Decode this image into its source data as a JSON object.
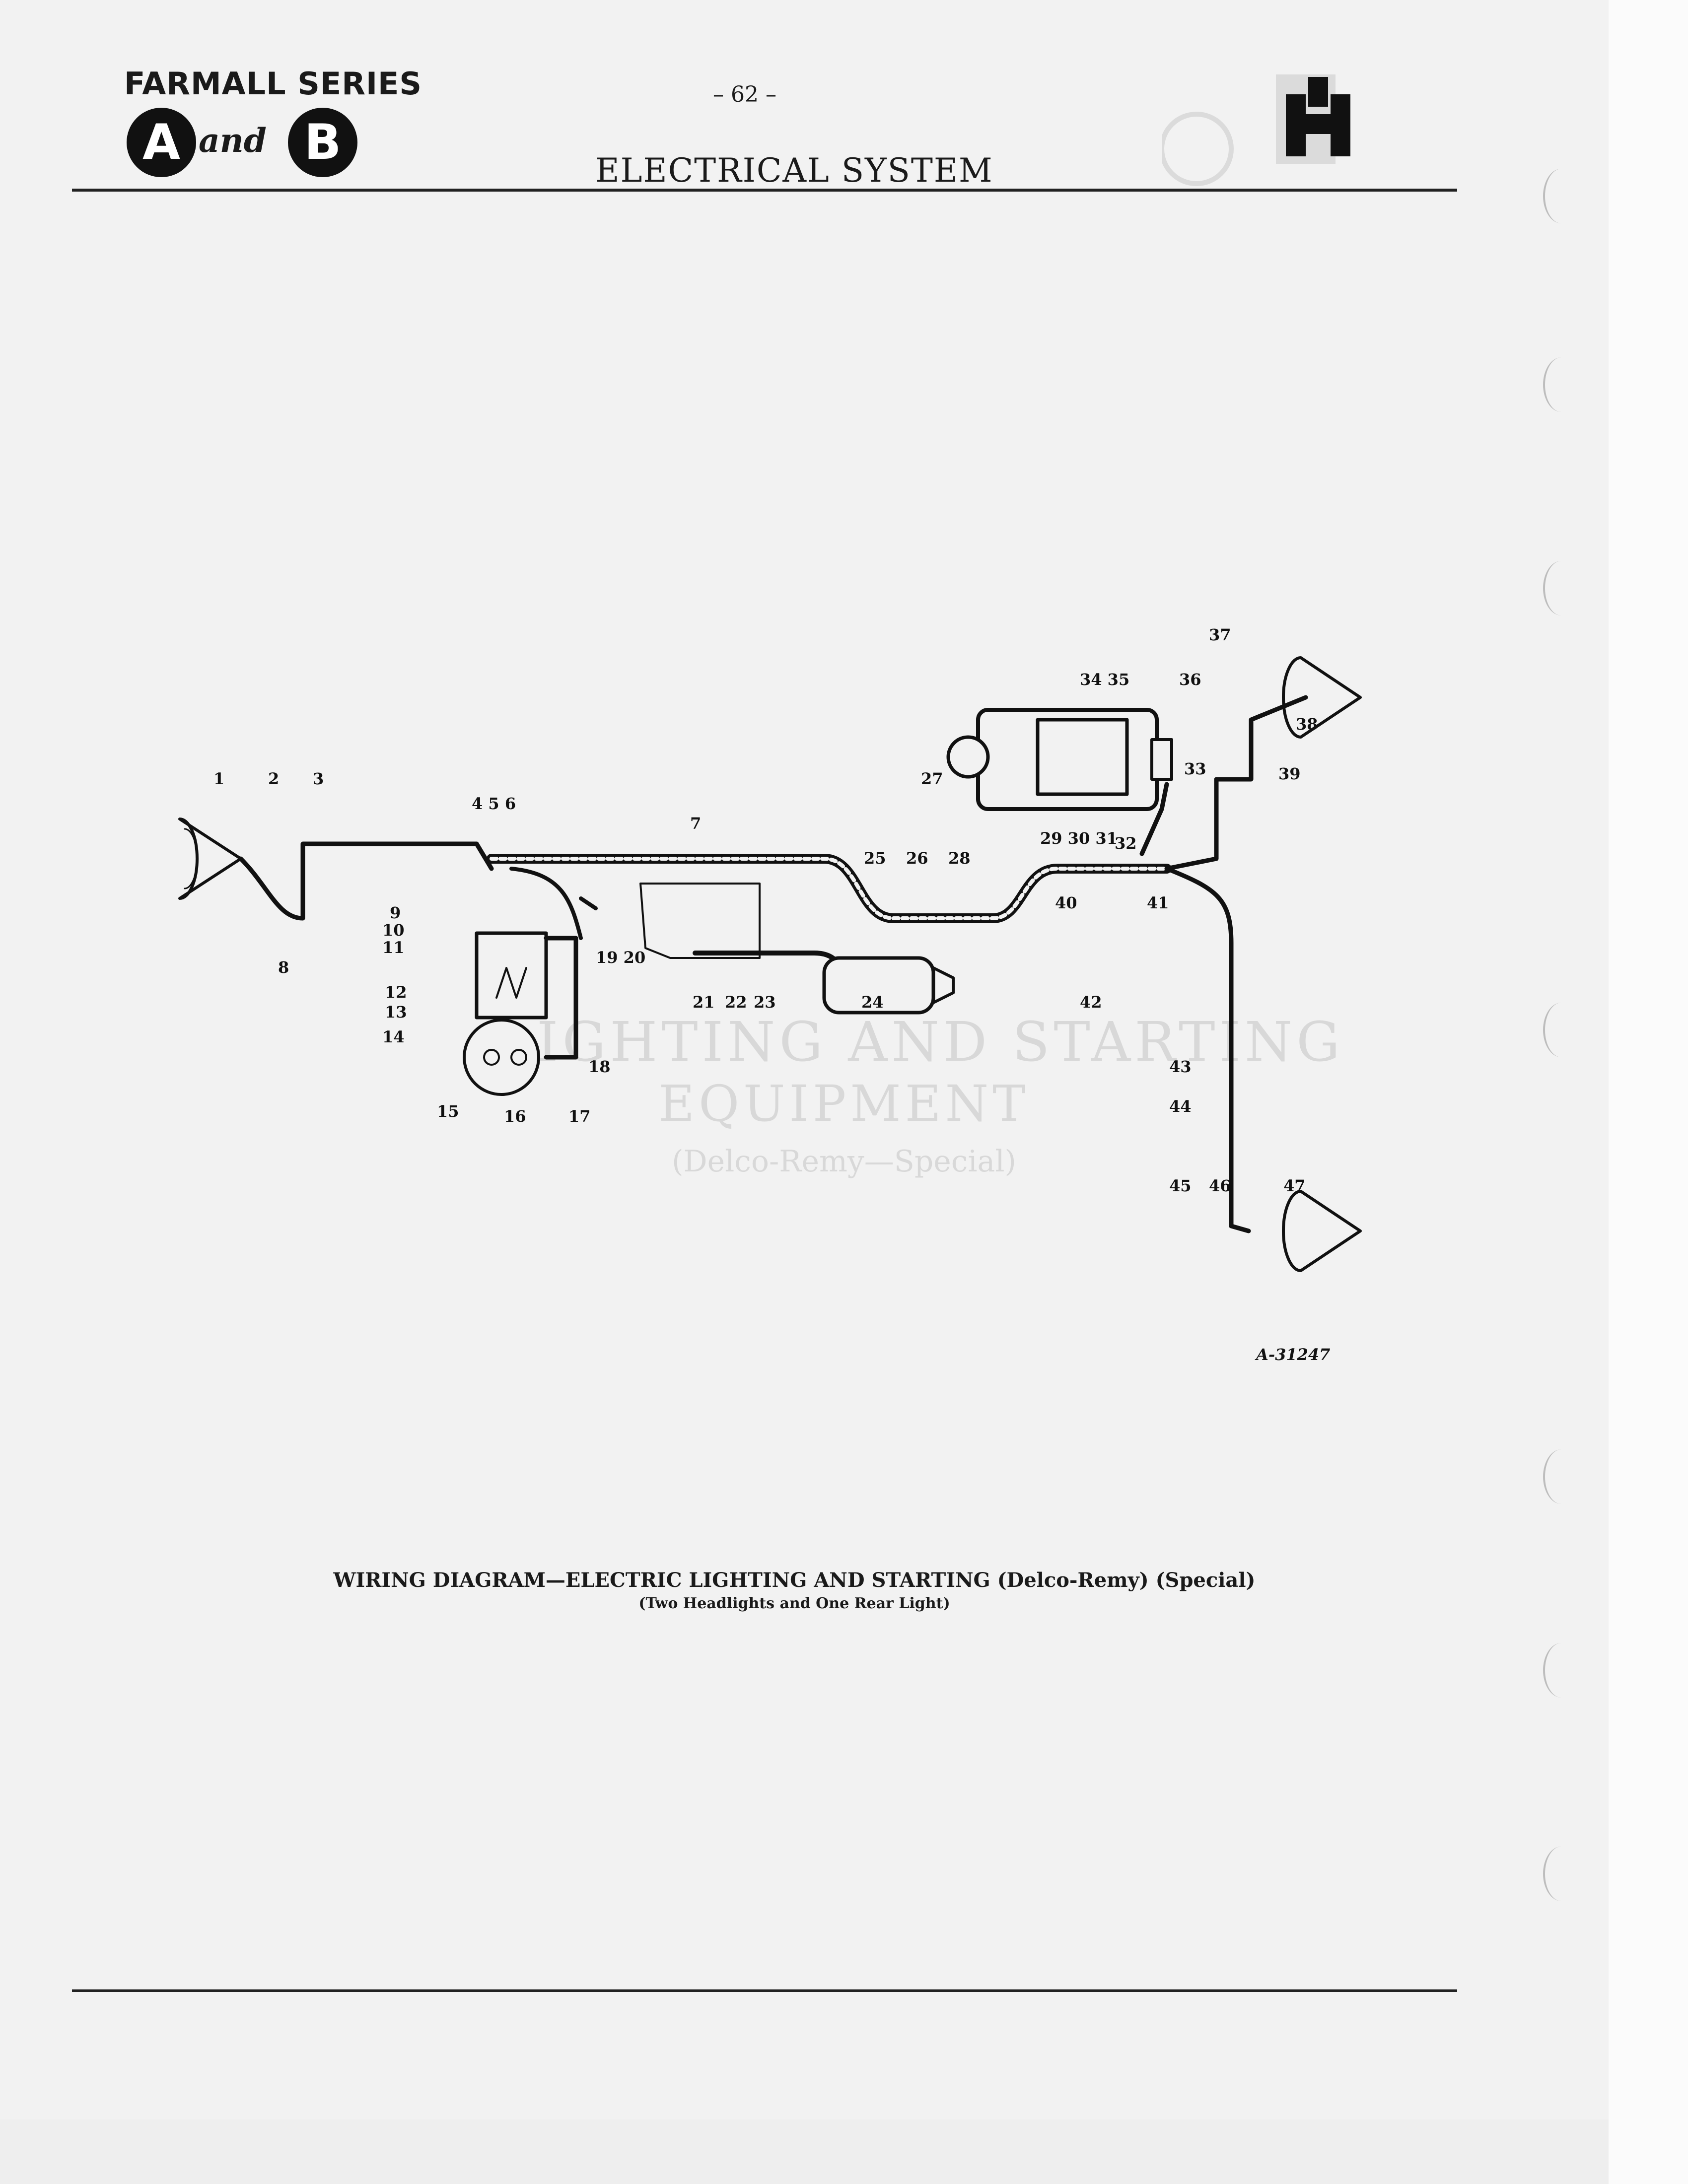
{
  "header": {
    "brand_title": "FARMALL SERIES",
    "brand_letter_a": "A",
    "brand_and": "and",
    "brand_letter_b": "B",
    "page_number": "– 62 –",
    "section_title": "ELECTRICAL SYSTEM",
    "logo_icon": "ih-logo-icon"
  },
  "ghost_text": {
    "line1": "LIGHTING AND STARTING",
    "line2": "EQUIPMENT",
    "line3": "(Delco-Remy—Special)"
  },
  "diagram": {
    "figure_code": "A-31247",
    "callouts": [
      "1",
      "2",
      "3",
      "4 5 6",
      "7",
      "8",
      "9",
      "10",
      "11",
      "12",
      "13",
      "14",
      "15",
      "16",
      "17",
      "18",
      "19 20",
      "21",
      "22",
      "23",
      "24",
      "25",
      "26",
      "27",
      "28",
      "29 30 31",
      "32",
      "33",
      "34 35",
      "36",
      "37",
      "38",
      "39",
      "40",
      "41",
      "42",
      "43",
      "44",
      "45",
      "46",
      "47"
    ]
  },
  "caption": {
    "main": "WIRING DIAGRAM—ELECTRIC LIGHTING AND STARTING (Delco-Remy) (Special)",
    "sub": "(Two Headlights and One Rear Light)"
  }
}
